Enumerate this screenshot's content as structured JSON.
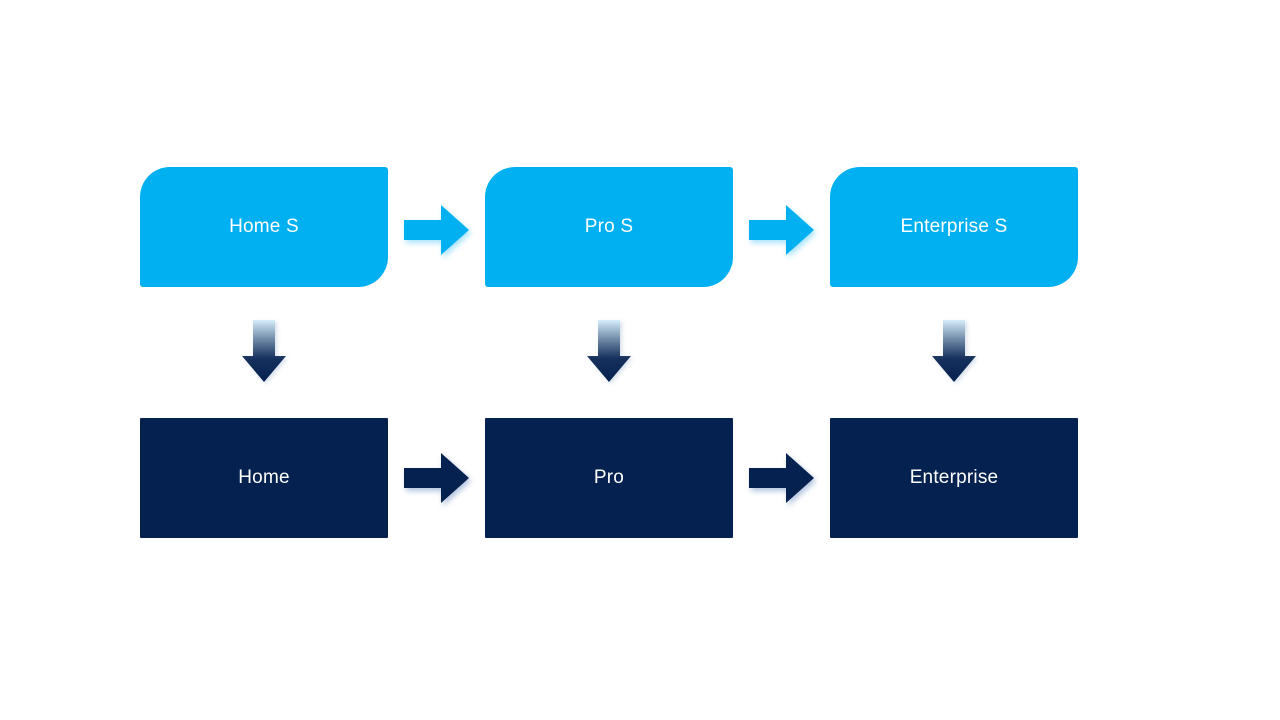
{
  "boxes": {
    "top": [
      "Home S",
      "Pro S",
      "Enterprise S"
    ],
    "bottom": [
      "Home",
      "Pro",
      "Enterprise"
    ]
  },
  "colors": {
    "light_blue": "#00B0F0",
    "dark_navy": "#052150",
    "text": "#FFFFFF",
    "background": "#FFFFFF",
    "gradient_top": "#D6EEFA"
  }
}
